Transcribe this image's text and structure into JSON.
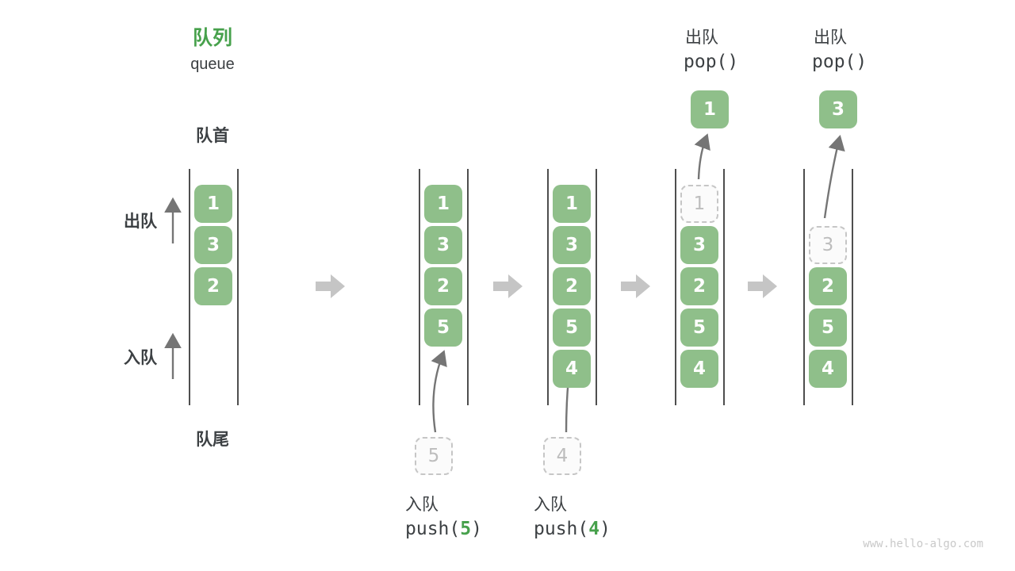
{
  "title": {
    "zh": "队列",
    "en": "queue"
  },
  "labels": {
    "front": "队首",
    "rear": "队尾",
    "dequeue": "出队",
    "enqueue": "入队"
  },
  "watermark": "www.hello-algo.com",
  "colors": {
    "item_green": "#8FBF8A",
    "accent_green": "#47A14C",
    "text_dark": "#3C4043",
    "wall_gray": "#4E4E4E",
    "transition_arrow_gray": "#C5C5C5",
    "thin_arrow_gray": "#757575",
    "ghost_border": "#C6C6C6",
    "ghost_text": "#BDBDBD"
  },
  "states": [
    {
      "name": "state-initial",
      "items": [
        {
          "slot": 0,
          "value": "1",
          "kind": "filled"
        },
        {
          "slot": 1,
          "value": "3",
          "kind": "filled"
        },
        {
          "slot": 2,
          "value": "2",
          "kind": "filled"
        }
      ]
    },
    {
      "name": "state-after-push-5",
      "items": [
        {
          "slot": 0,
          "value": "1",
          "kind": "filled"
        },
        {
          "slot": 1,
          "value": "3",
          "kind": "filled"
        },
        {
          "slot": 2,
          "value": "2",
          "kind": "filled"
        },
        {
          "slot": 3,
          "value": "5",
          "kind": "filled"
        }
      ],
      "staged": {
        "value": "5"
      },
      "op": {
        "label": "入队",
        "code": [
          {
            "t": "push(",
            "accent": false
          },
          {
            "t": "5",
            "accent": true
          },
          {
            "t": ")",
            "accent": false
          }
        ]
      }
    },
    {
      "name": "state-after-push-4",
      "items": [
        {
          "slot": 0,
          "value": "1",
          "kind": "filled"
        },
        {
          "slot": 1,
          "value": "3",
          "kind": "filled"
        },
        {
          "slot": 2,
          "value": "2",
          "kind": "filled"
        },
        {
          "slot": 3,
          "value": "5",
          "kind": "filled"
        },
        {
          "slot": 4,
          "value": "4",
          "kind": "filled"
        }
      ],
      "staged": {
        "value": "4"
      },
      "op": {
        "label": "入队",
        "code": [
          {
            "t": "push(",
            "accent": false
          },
          {
            "t": "4",
            "accent": true
          },
          {
            "t": ")",
            "accent": false
          }
        ]
      }
    },
    {
      "name": "state-after-pop-1",
      "items": [
        {
          "slot": 0,
          "value": "1",
          "kind": "ghost"
        },
        {
          "slot": 1,
          "value": "3",
          "kind": "filled"
        },
        {
          "slot": 2,
          "value": "2",
          "kind": "filled"
        },
        {
          "slot": 3,
          "value": "5",
          "kind": "filled"
        },
        {
          "slot": 4,
          "value": "4",
          "kind": "filled"
        }
      ],
      "popped": {
        "value": "1"
      },
      "op": {
        "label": "出队",
        "code": [
          {
            "t": "pop()",
            "accent": false
          }
        ]
      }
    },
    {
      "name": "state-after-pop-3",
      "items": [
        {
          "slot": 1,
          "value": "3",
          "kind": "ghost"
        },
        {
          "slot": 2,
          "value": "2",
          "kind": "filled"
        },
        {
          "slot": 3,
          "value": "5",
          "kind": "filled"
        },
        {
          "slot": 4,
          "value": "4",
          "kind": "filled"
        }
      ],
      "popped": {
        "value": "3"
      },
      "op": {
        "label": "出队",
        "code": [
          {
            "t": "pop()",
            "accent": false
          }
        ]
      }
    }
  ]
}
